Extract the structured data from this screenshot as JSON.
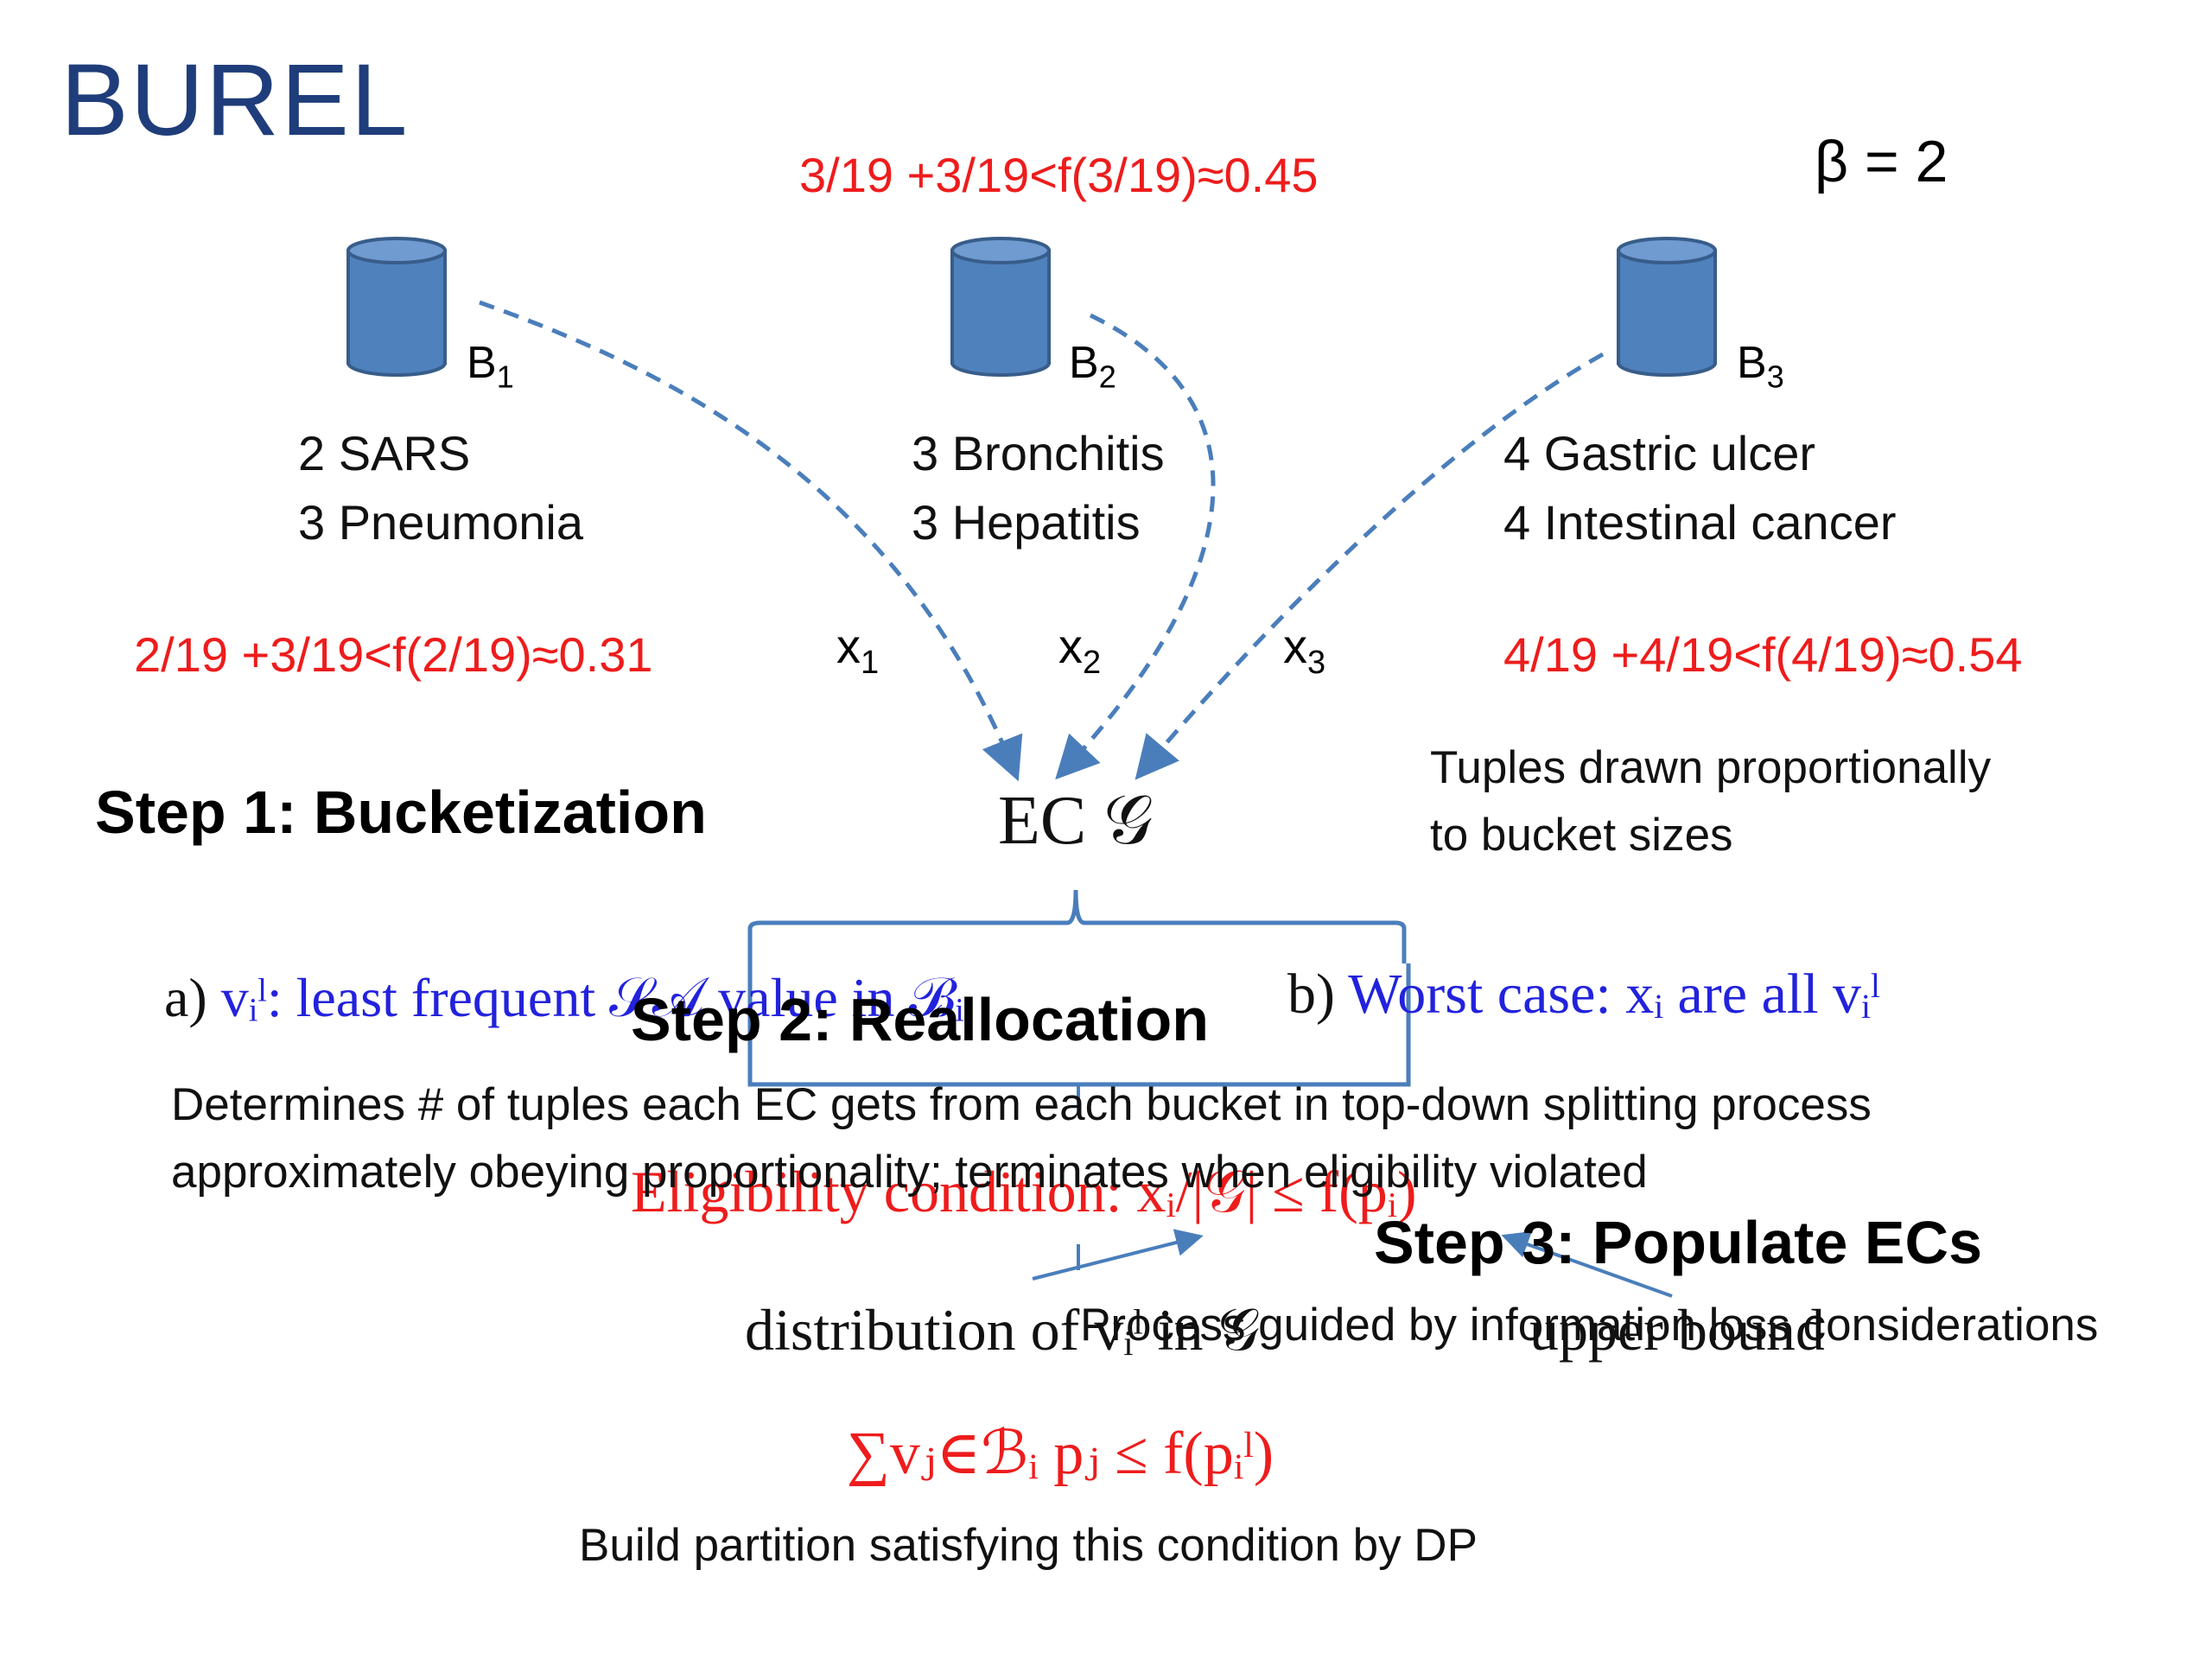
{
  "title": "BUREL",
  "beta": "β = 2",
  "buckets": [
    {
      "label": "B",
      "sub": "1",
      "lines": [
        "2 SARS",
        "3 Pneumonia"
      ],
      "condition": "2/19 +3/19<f(2/19)≈0.31",
      "x_label": "x",
      "x_sub": "1"
    },
    {
      "label": "B",
      "sub": "2",
      "lines": [
        "3 Bronchitis",
        "3 Hepatitis"
      ],
      "condition": "3/19 +3/19<f(3/19)≈0.45",
      "x_label": "x",
      "x_sub": "2"
    },
    {
      "label": "B",
      "sub": "3",
      "lines": [
        "4 Gastric ulcer",
        "4 Intestinal cancer"
      ],
      "condition": "4/19 +4/19<f(4/19)≈0.54",
      "x_label": "x",
      "x_sub": "3"
    }
  ],
  "ec_label": "EC 𝒢",
  "tuples_note": [
    "Tuples drawn proportionally",
    "to bucket sizes"
  ],
  "step1": "Step 1: Bucketization",
  "step2": "Step 2: Reallocation",
  "step3": "Step 3: Populate ECs",
  "note_a_prefix": "a) ",
  "note_a": "vᵢˡ: least frequent 𝒮𝒜 value in ℬᵢ",
  "note_b_prefix": "b) ",
  "note_b": "Worst case: xᵢ are all vᵢˡ",
  "step2_desc": [
    "Determines # of tuples each EC gets from each bucket in top-down splitting process",
    "approximately obeying proportionality; terminates when eligibility violated"
  ],
  "eligibility": "Eligibility condition: xᵢ/|𝒢| ≤ f(pᵢ)",
  "distribution": "distribution of vᵢˡ in 𝒢",
  "upper_bound": "upper bound",
  "step3_desc": "Process guided by information loss considerations",
  "sum_condition": "∑vⱼ∈ℬᵢ pⱼ ≤ f(pᵢˡ)",
  "build_partition": "Build partition satisfying this condition by DP",
  "colors": {
    "title": "#1f3d7a",
    "red": "#ee1c1c",
    "blue": "#2222dd",
    "bucket_fill": "#4f81bd",
    "arrow": "#4a7ebb"
  }
}
